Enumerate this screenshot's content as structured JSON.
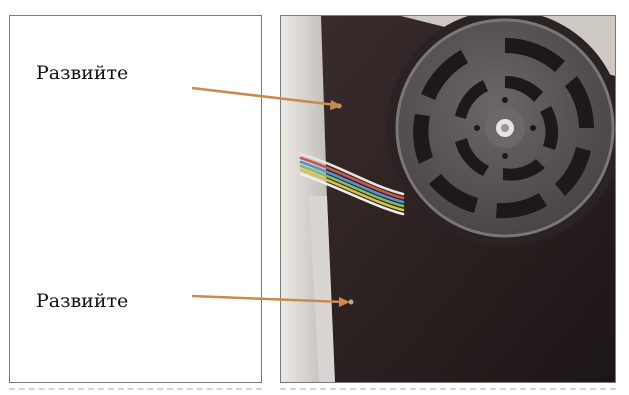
{
  "labels": {
    "top": "Развийте",
    "bottom": "Развийте"
  },
  "colors": {
    "arrow": "#c98a4e",
    "panel_dark": "#2a1f1f",
    "disc": "#5a5656",
    "border": "#7a7a7a"
  },
  "icons": {
    "photo": "fan-motor-plate-photo"
  }
}
